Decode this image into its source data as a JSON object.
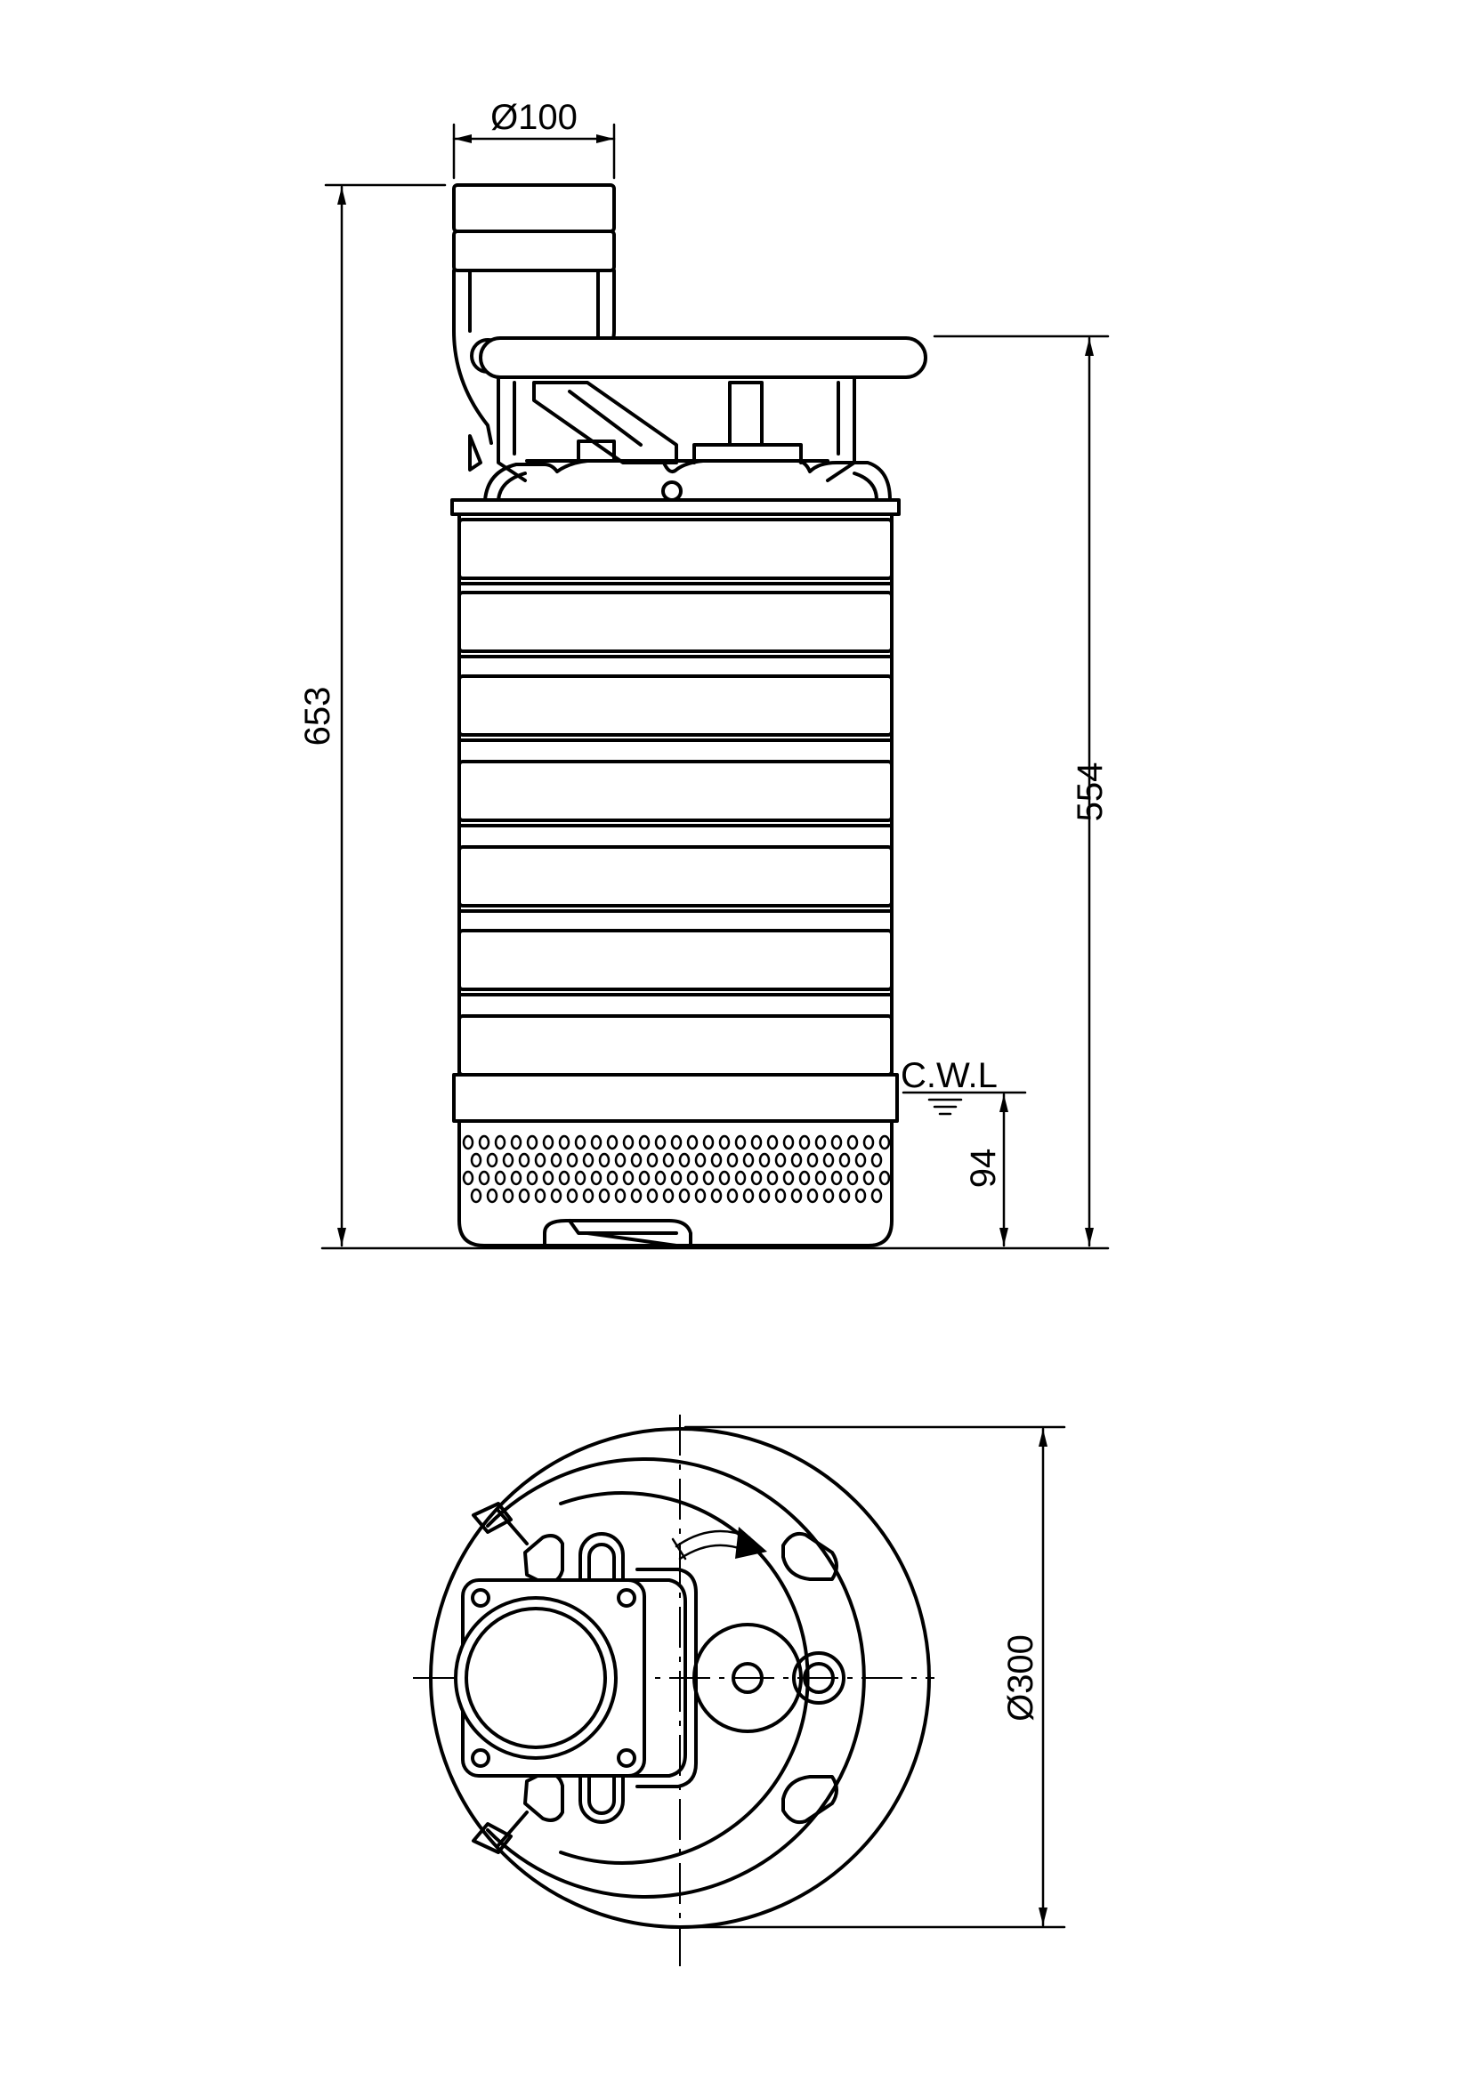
{
  "dimensions": {
    "outlet_diameter": "Ø100",
    "overall_height": "653",
    "handle_height": "554",
    "cwl_height": "94",
    "body_diameter": "Ø300"
  },
  "labels": {
    "cwl": "C.W.L"
  }
}
